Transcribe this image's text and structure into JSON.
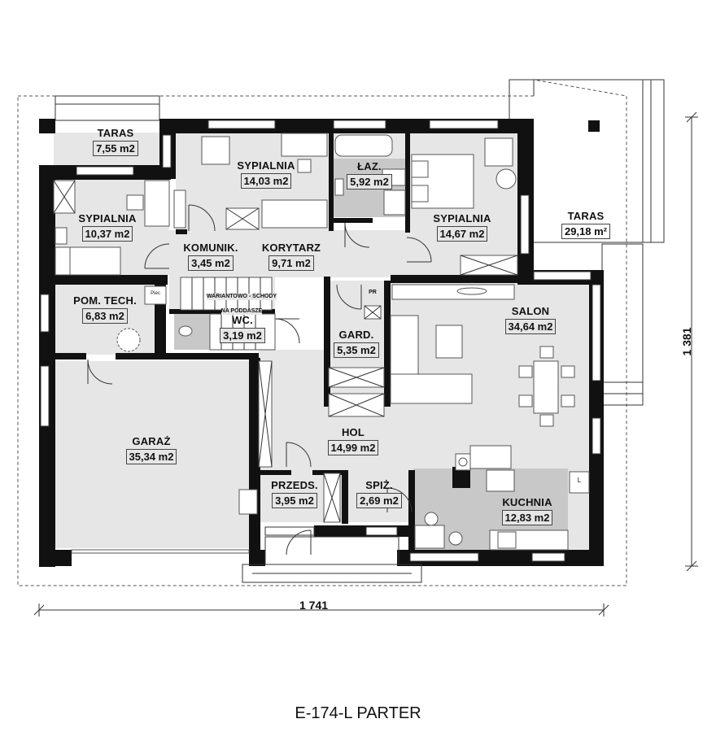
{
  "title": "E-174-L PARTER",
  "dimensions": {
    "width": "1 741",
    "height": "1 381"
  },
  "rooms": {
    "taras_small": {
      "name": "TARAS",
      "area": "7,55 m2"
    },
    "sypialnia_1": {
      "name": "SYPIALNIA",
      "area": "14,03 m2"
    },
    "lazienka": {
      "name": "ŁAZ.",
      "area": "5,92 m2"
    },
    "sypialnia_2": {
      "name": "SYPIALNIA",
      "area": "14,67 m2"
    },
    "taras_big": {
      "name": "TARAS",
      "area": "29,18 m²"
    },
    "sypialnia_3": {
      "name": "SYPIALNIA",
      "area": "10,37 m2"
    },
    "komunik": {
      "name": "KOMUNIK.",
      "area": "3,45 m2"
    },
    "korytarz": {
      "name": "KORYTARZ",
      "area": "9,71 m2"
    },
    "pom_tech": {
      "name": "POM. TECH.",
      "area": "6,83 m2"
    },
    "wc": {
      "name": "WC.",
      "area": "3,19 m2"
    },
    "gard": {
      "name": "GARD.",
      "area": "5,35 m2"
    },
    "salon": {
      "name": "SALON",
      "area": "34,64 m2"
    },
    "garaz": {
      "name": "GARAŻ",
      "area": "35,34 m2"
    },
    "hol": {
      "name": "HOL",
      "area": "14,99 m2"
    },
    "przeds": {
      "name": "PRZEDS.",
      "area": "3,95 m2"
    },
    "spiz": {
      "name": "SPIŻ.",
      "area": "2,69 m2"
    },
    "kuchnia": {
      "name": "KUCHNIA",
      "area": "12,83 m2"
    }
  },
  "notes": {
    "stairs_line1": "WARIANTOWO - SCHODY",
    "stairs_line2": "NA PODDASZE",
    "piec": "Piec",
    "pr": "PR",
    "l": "L"
  }
}
